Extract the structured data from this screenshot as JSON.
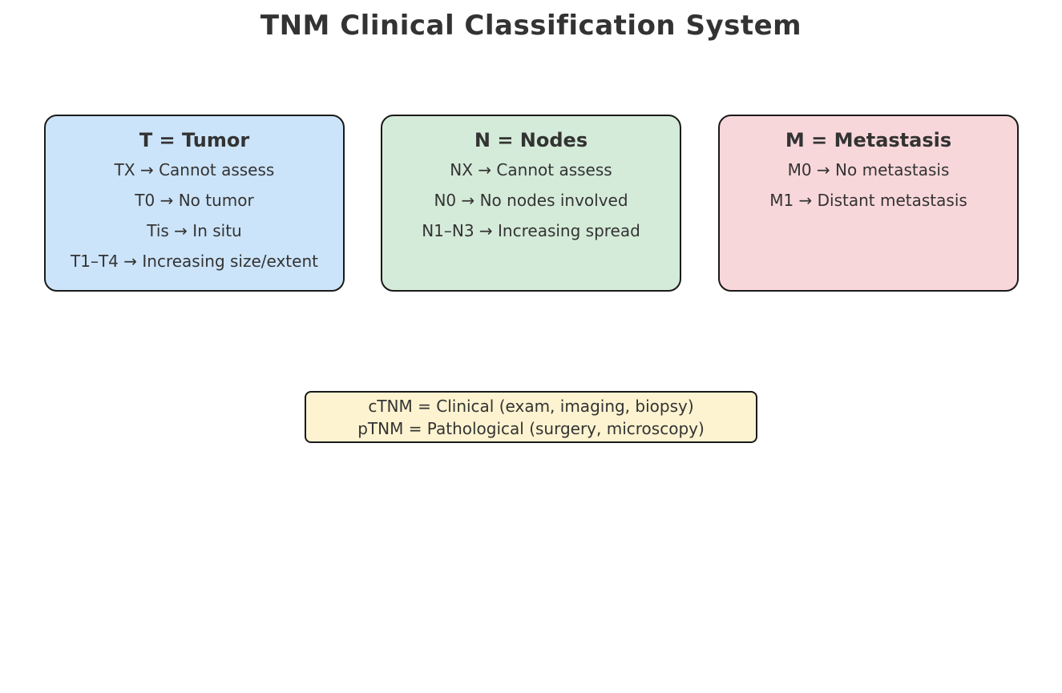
{
  "title": "TNM Clinical Classification System",
  "boxes": [
    {
      "id": "tumor",
      "title": "T = Tumor",
      "lines": [
        "TX → Cannot assess",
        "T0 → No tumor",
        "Tis → In situ",
        "T1–T4 → Increasing size/extent"
      ],
      "bg": "#cce4f9"
    },
    {
      "id": "nodes",
      "title": "N = Nodes",
      "lines": [
        "NX → Cannot assess",
        "N0 → No nodes involved",
        "N1–N3 → Increasing spread"
      ],
      "bg": "#d5ebd9"
    },
    {
      "id": "metastasis",
      "title": "M = Metastasis",
      "lines": [
        "M0 → No metastasis",
        "M1 → Distant metastasis"
      ],
      "bg": "#f8d7da"
    }
  ],
  "note": {
    "lines": [
      "cTNM = Clinical (exam, imaging, biopsy)",
      "pTNM = Pathological (surgery, microscopy)"
    ],
    "bg": "#fdf3d0"
  },
  "colors": {
    "background": "#ffffff",
    "text": "#333333",
    "border": "#1a1a1a",
    "tumor_box_bg": "#cce4f9",
    "nodes_box_bg": "#d5ebd9",
    "metastasis_box_bg": "#f8d7da",
    "note_box_bg": "#fdf3d0"
  }
}
